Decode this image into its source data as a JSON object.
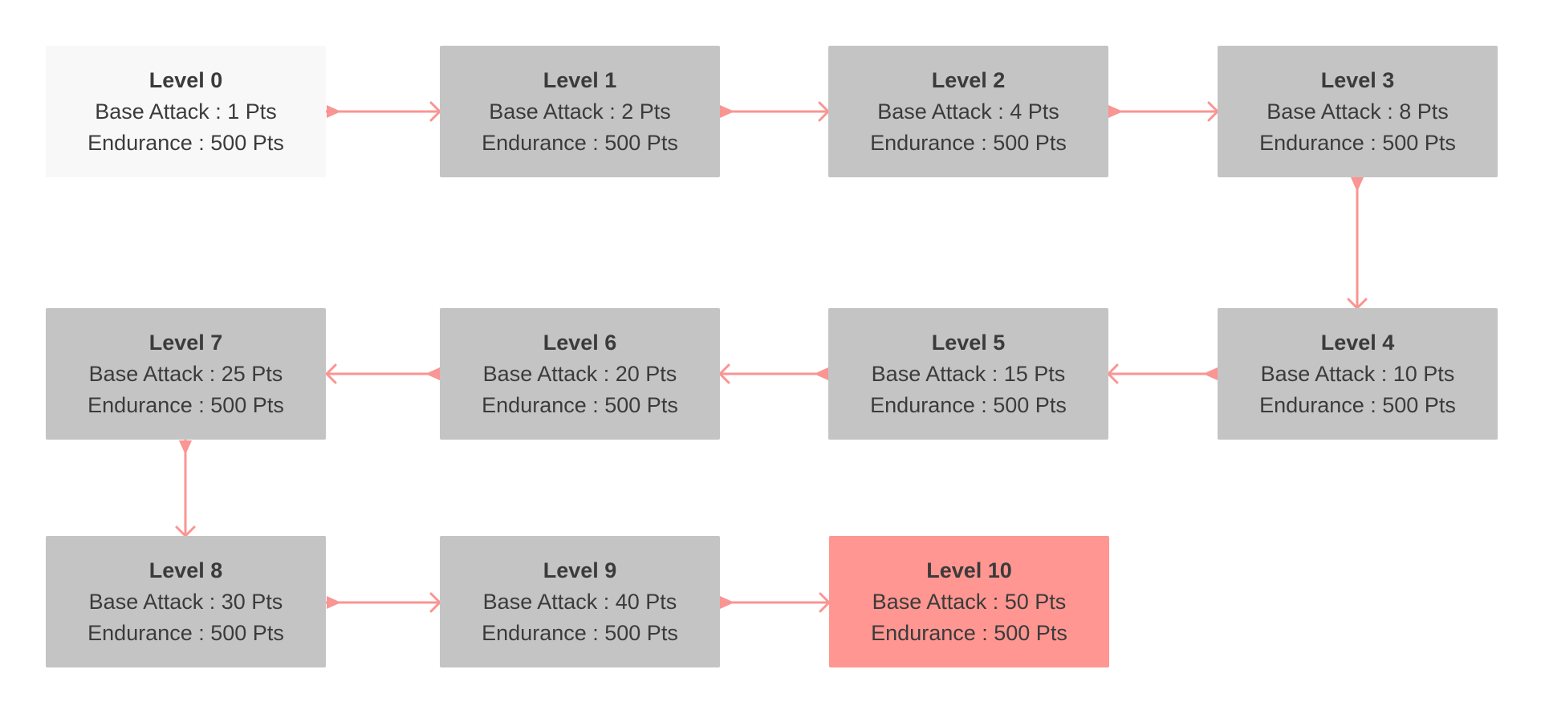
{
  "colors": {
    "start_node": "#f8f8f8",
    "level_node": "#c4c4c4",
    "final_node": "#ff9691",
    "connector": "#f99592",
    "text": "#3b3b3b"
  },
  "levels": [
    {
      "title": "Level 0",
      "attack": "Base Attack : 1 Pts",
      "endurance": "Endurance : 500 Pts"
    },
    {
      "title": "Level 1",
      "attack": "Base Attack : 2 Pts",
      "endurance": "Endurance : 500 Pts"
    },
    {
      "title": "Level 2",
      "attack": "Base Attack : 4 Pts",
      "endurance": "Endurance : 500 Pts"
    },
    {
      "title": "Level 3",
      "attack": "Base Attack : 8 Pts",
      "endurance": "Endurance : 500 Pts"
    },
    {
      "title": "Level 4",
      "attack": "Base Attack : 10 Pts",
      "endurance": "Endurance : 500 Pts"
    },
    {
      "title": "Level 5",
      "attack": "Base Attack : 15 Pts",
      "endurance": "Endurance : 500 Pts"
    },
    {
      "title": "Level 6",
      "attack": "Base Attack : 20 Pts",
      "endurance": "Endurance : 500 Pts"
    },
    {
      "title": "Level 7",
      "attack": "Base Attack : 25 Pts",
      "endurance": "Endurance : 500 Pts"
    },
    {
      "title": "Level 8",
      "attack": "Base Attack : 30 Pts",
      "endurance": "Endurance : 500 Pts"
    },
    {
      "title": "Level 9",
      "attack": "Base Attack : 40 Pts",
      "endurance": "Endurance : 500 Pts"
    },
    {
      "title": "Level 10",
      "attack": "Base Attack : 50 Pts",
      "endurance": "Endurance : 500 Pts"
    }
  ],
  "connections": [
    {
      "from": "Level 0",
      "to": "Level 1"
    },
    {
      "from": "Level 1",
      "to": "Level 2"
    },
    {
      "from": "Level 2",
      "to": "Level 3"
    },
    {
      "from": "Level 3",
      "to": "Level 4"
    },
    {
      "from": "Level 4",
      "to": "Level 5"
    },
    {
      "from": "Level 5",
      "to": "Level 6"
    },
    {
      "from": "Level 6",
      "to": "Level 7"
    },
    {
      "from": "Level 7",
      "to": "Level 8"
    },
    {
      "from": "Level 8",
      "to": "Level 9"
    },
    {
      "from": "Level 9",
      "to": "Level 10"
    }
  ]
}
